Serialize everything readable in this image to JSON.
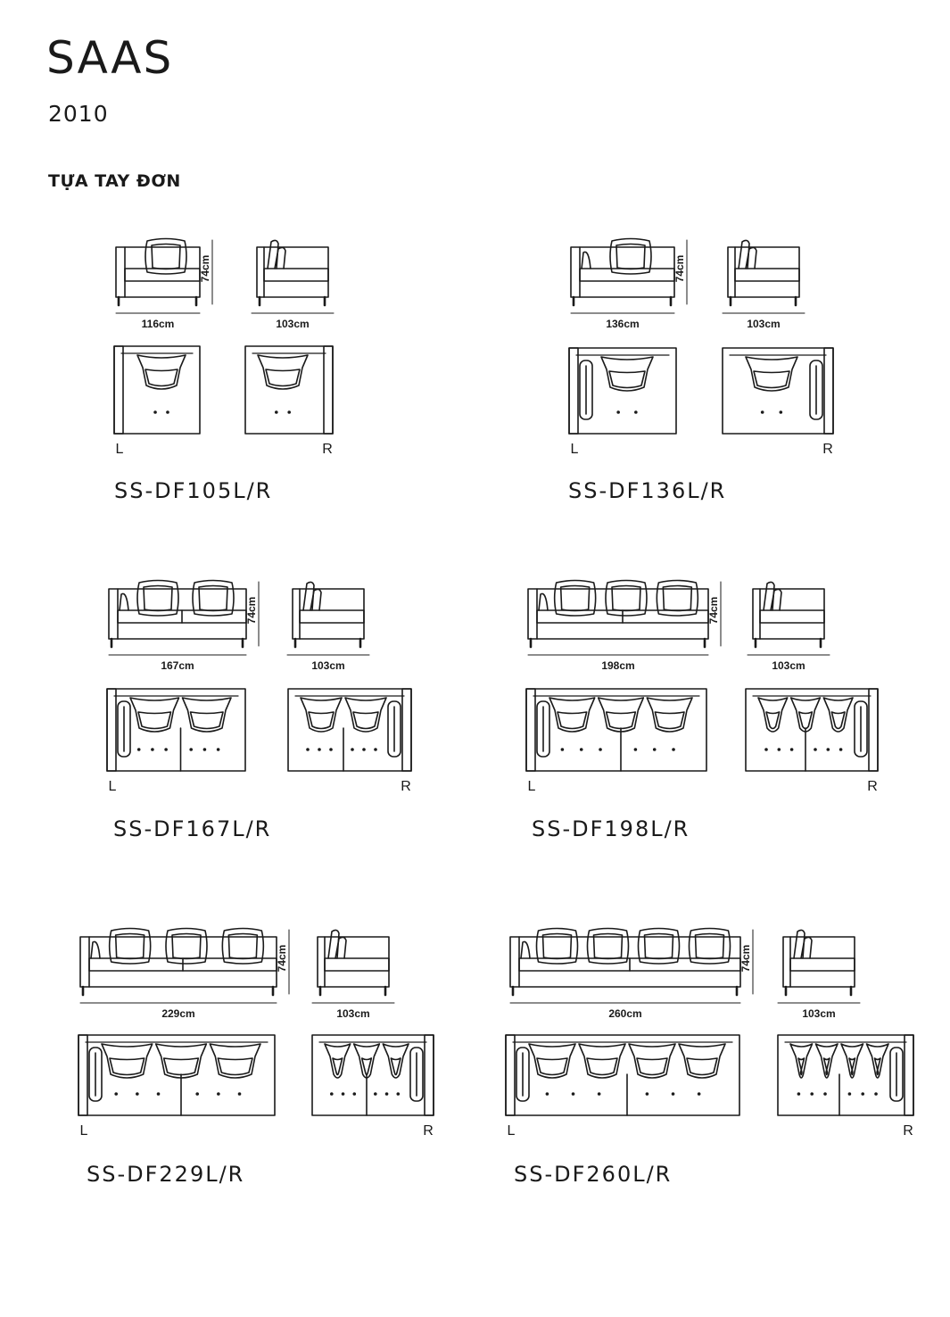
{
  "header": {
    "brand": "SAAS",
    "year": "2010",
    "section_title": "TỰA TAY ĐƠN"
  },
  "models": [
    {
      "code": "SS-DF105L/R",
      "front_width": "116cm",
      "side_depth": "103cm",
      "height": "74cm",
      "seats": 1,
      "pillows": 1,
      "left_label": "L",
      "right_label": "R"
    },
    {
      "code": "SS-DF136L/R",
      "front_width": "136cm",
      "side_depth": "103cm",
      "height": "74cm",
      "seats": 1,
      "pillows": 1,
      "left_label": "L",
      "right_label": "R"
    },
    {
      "code": "SS-DF167L/R",
      "front_width": "167cm",
      "side_depth": "103cm",
      "height": "74cm",
      "seats": 2,
      "pillows": 2,
      "left_label": "L",
      "right_label": "R"
    },
    {
      "code": "SS-DF198L/R",
      "front_width": "198cm",
      "side_depth": "103cm",
      "height": "74cm",
      "seats": 2,
      "pillows": 3,
      "left_label": "L",
      "right_label": "R"
    },
    {
      "code": "SS-DF229L/R",
      "front_width": "229cm",
      "side_depth": "103cm",
      "height": "74cm",
      "seats": 2,
      "pillows": 3,
      "left_label": "L",
      "right_label": "R"
    },
    {
      "code": "SS-DF260L/R",
      "front_width": "260cm",
      "side_depth": "103cm",
      "height": "74cm",
      "seats": 2,
      "pillows": 4,
      "left_label": "L",
      "right_label": "R"
    }
  ]
}
